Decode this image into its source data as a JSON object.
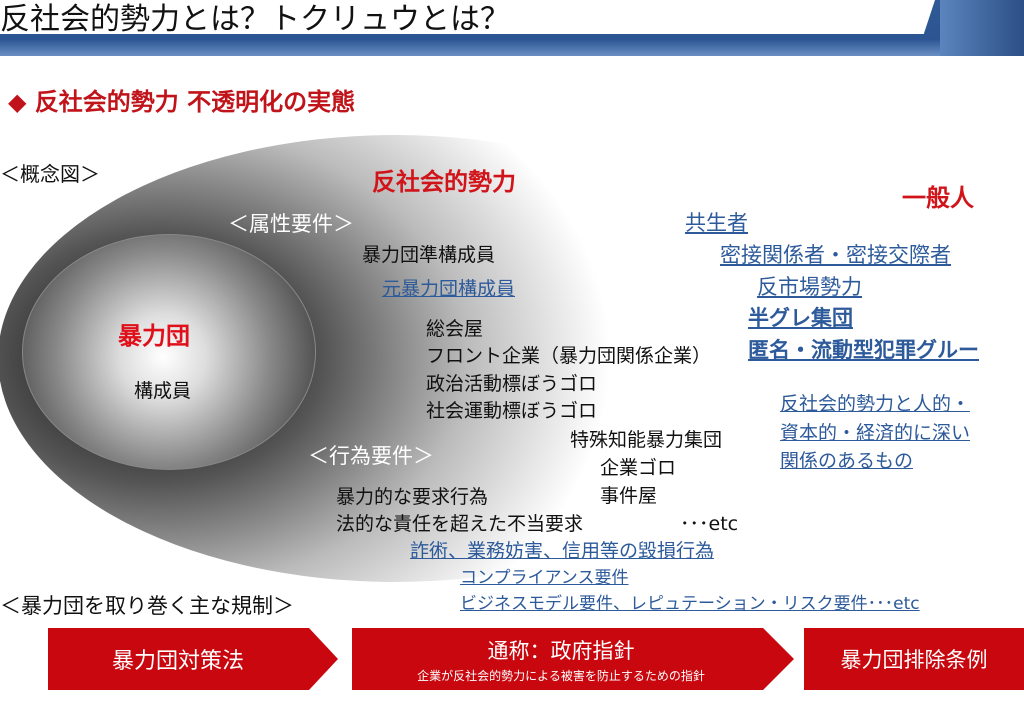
{
  "header": {
    "title": "反社会的勢力とは？トクリュウとは？"
  },
  "subtitle": "◆ 反社会的勢力 不透明化の実態",
  "concept_label": "＜概念図＞",
  "diagram": {
    "antisocial_label": "反社会的勢力",
    "general_public_label": "一般人",
    "boryokudan_label": "暴力団",
    "members_label": "構成員",
    "attribute_header": "＜属性要件＞",
    "attribute_items": [
      "暴力団準構成員",
      "元暴力団構成員",
      "総会屋",
      "フロント企業（暴力団関係企業）",
      "政治活動標ぼうゴロ",
      "社会運動標ぼうゴロ",
      "特殊知能暴力集団",
      "企業ゴロ",
      "事件屋"
    ],
    "behavior_header": "＜行為要件＞",
    "behavior_items": [
      "暴力的な要求行為",
      "法的な責任を超えた不当要求",
      "詐術、業務妨害、信用等の毀損行為"
    ],
    "etc": "･･･etc",
    "outer_items": [
      "共生者",
      "密接関係者・密接交際者",
      "反市場勢力",
      "半グレ集団",
      "匿名・流動型犯罪グルー"
    ],
    "related_note": [
      "反社会的勢力と人的・",
      "資本的・経済的に深い",
      "関係のあるもの"
    ],
    "compliance": "コンプライアンス要件",
    "business": "ビジネスモデル要件、レピュテーション・リスク要件･･･etc"
  },
  "regulations": {
    "label": "＜暴力団を取り巻く主な規制＞",
    "items": [
      {
        "title": "暴力団対策法"
      },
      {
        "title": "通称：政府指針",
        "sub": "企業が反社会的勢力による被害を防止するための指針"
      },
      {
        "title": "暴力団排除条例"
      }
    ]
  }
}
